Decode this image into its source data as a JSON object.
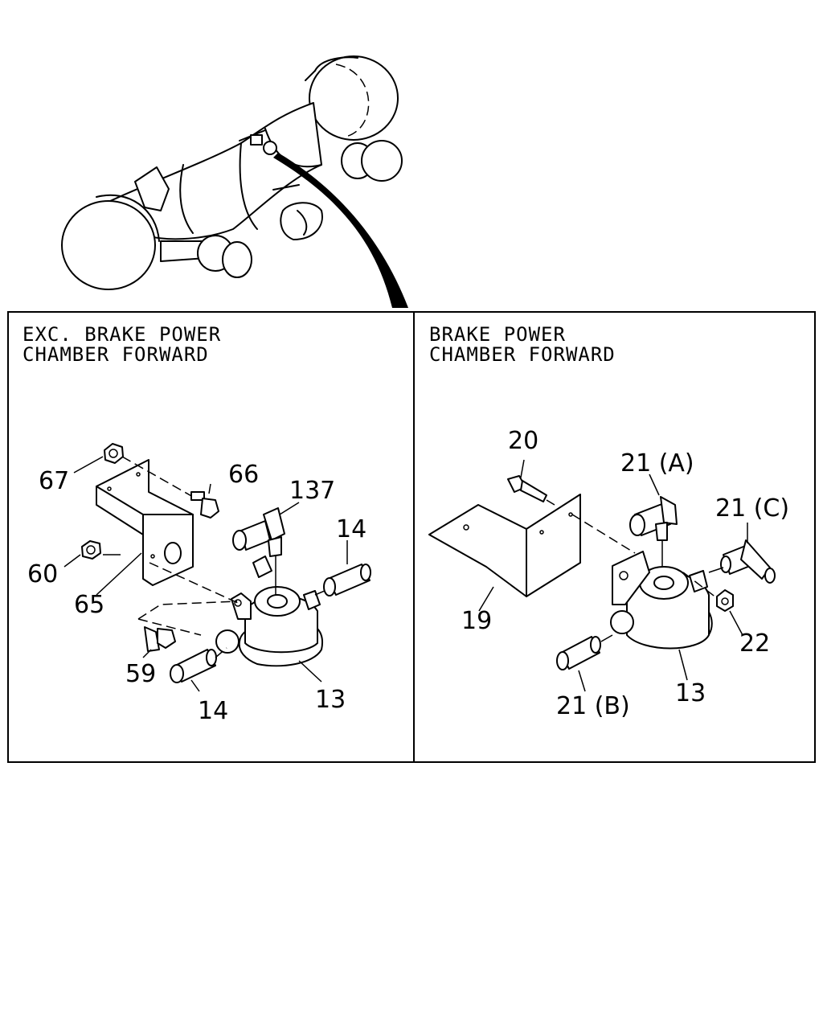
{
  "panels": {
    "left": {
      "title_line1": "EXC. BRAKE POWER",
      "title_line2": "CHAMBER FORWARD"
    },
    "right": {
      "title_line1": "BRAKE POWER",
      "title_line2": "CHAMBER FORWARD"
    }
  },
  "callouts": {
    "left": {
      "p67": "67",
      "p66": "66",
      "p137": "137",
      "p14_top": "14",
      "p60": "60",
      "p65": "65",
      "p59": "59",
      "p14_bottom": "14",
      "p13": "13"
    },
    "right": {
      "p20": "20",
      "p21a": "21 (A)",
      "p21c": "21 (C)",
      "p19": "19",
      "p22": "22",
      "p21b": "21 (B)",
      "p13": "13"
    }
  }
}
